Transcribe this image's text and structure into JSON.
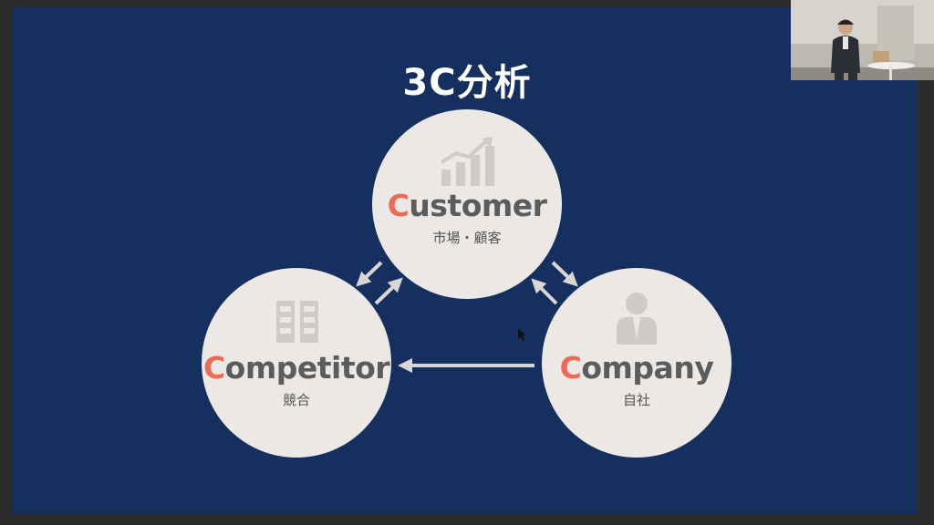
{
  "slide": {
    "title": "3C分析",
    "nodes": {
      "customer": {
        "first": "C",
        "rest": "ustomer",
        "sub": "市場・顧客",
        "icon": "growth-chart-icon"
      },
      "competitor": {
        "first": "C",
        "rest": "ompetitor",
        "sub": "競合",
        "icon": "building-icon"
      },
      "company": {
        "first": "C",
        "rest": "ompany",
        "sub": "自社",
        "icon": "person-icon"
      }
    }
  },
  "colors": {
    "background": "#152f5e",
    "circle": "#ebe8e5",
    "accent": "#ee6a55",
    "text": "#5c5c5c",
    "arrow": "#d9d6d3"
  }
}
